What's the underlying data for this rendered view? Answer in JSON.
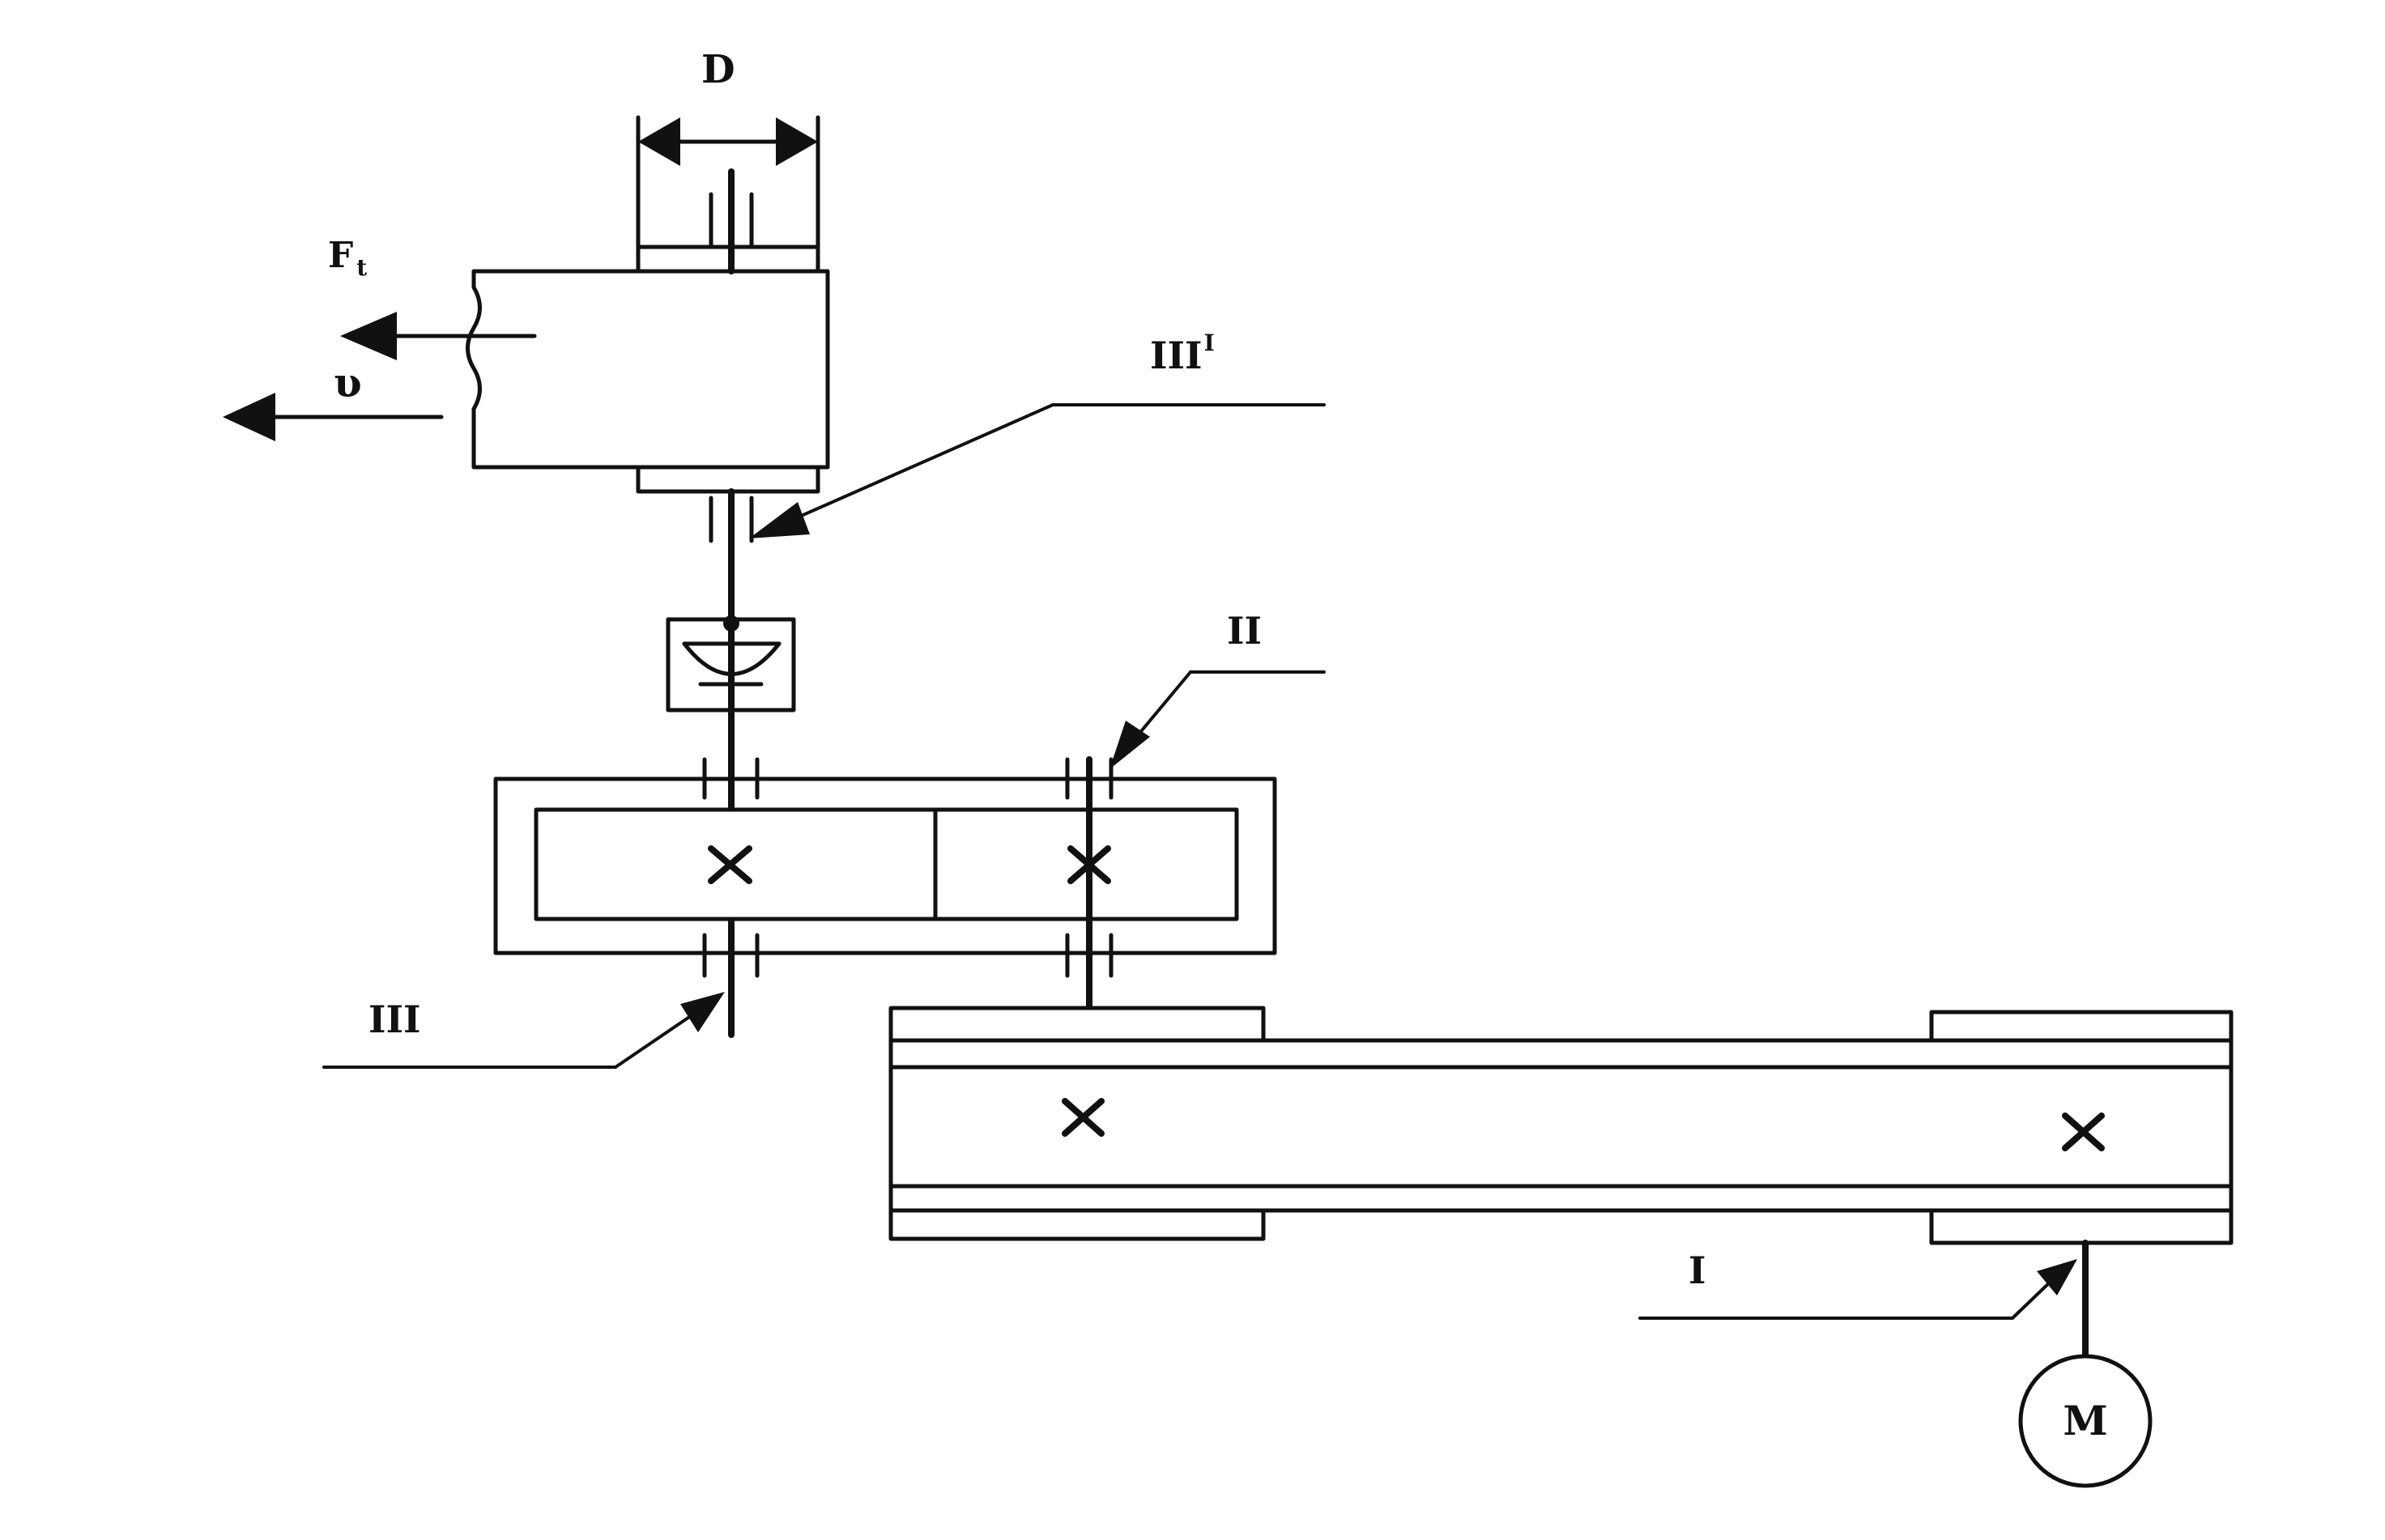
{
  "labels": {
    "diameter": "D",
    "force": "F",
    "force_subscript": "t",
    "velocity": "υ",
    "shaft_drum": "III",
    "shaft_drum_superscript": "I",
    "shaft_intermediate": "II",
    "shaft_output": "III",
    "shaft_motor": "I",
    "motor": "M"
  },
  "icons": {
    "bearing": "bearing-icon",
    "coupling": "coupling-icon",
    "gear_center": "cross-icon",
    "pulley_center": "cross-icon",
    "arrow": "arrow-icon"
  },
  "colors": {
    "line": "#111111",
    "background": "#ffffff"
  }
}
